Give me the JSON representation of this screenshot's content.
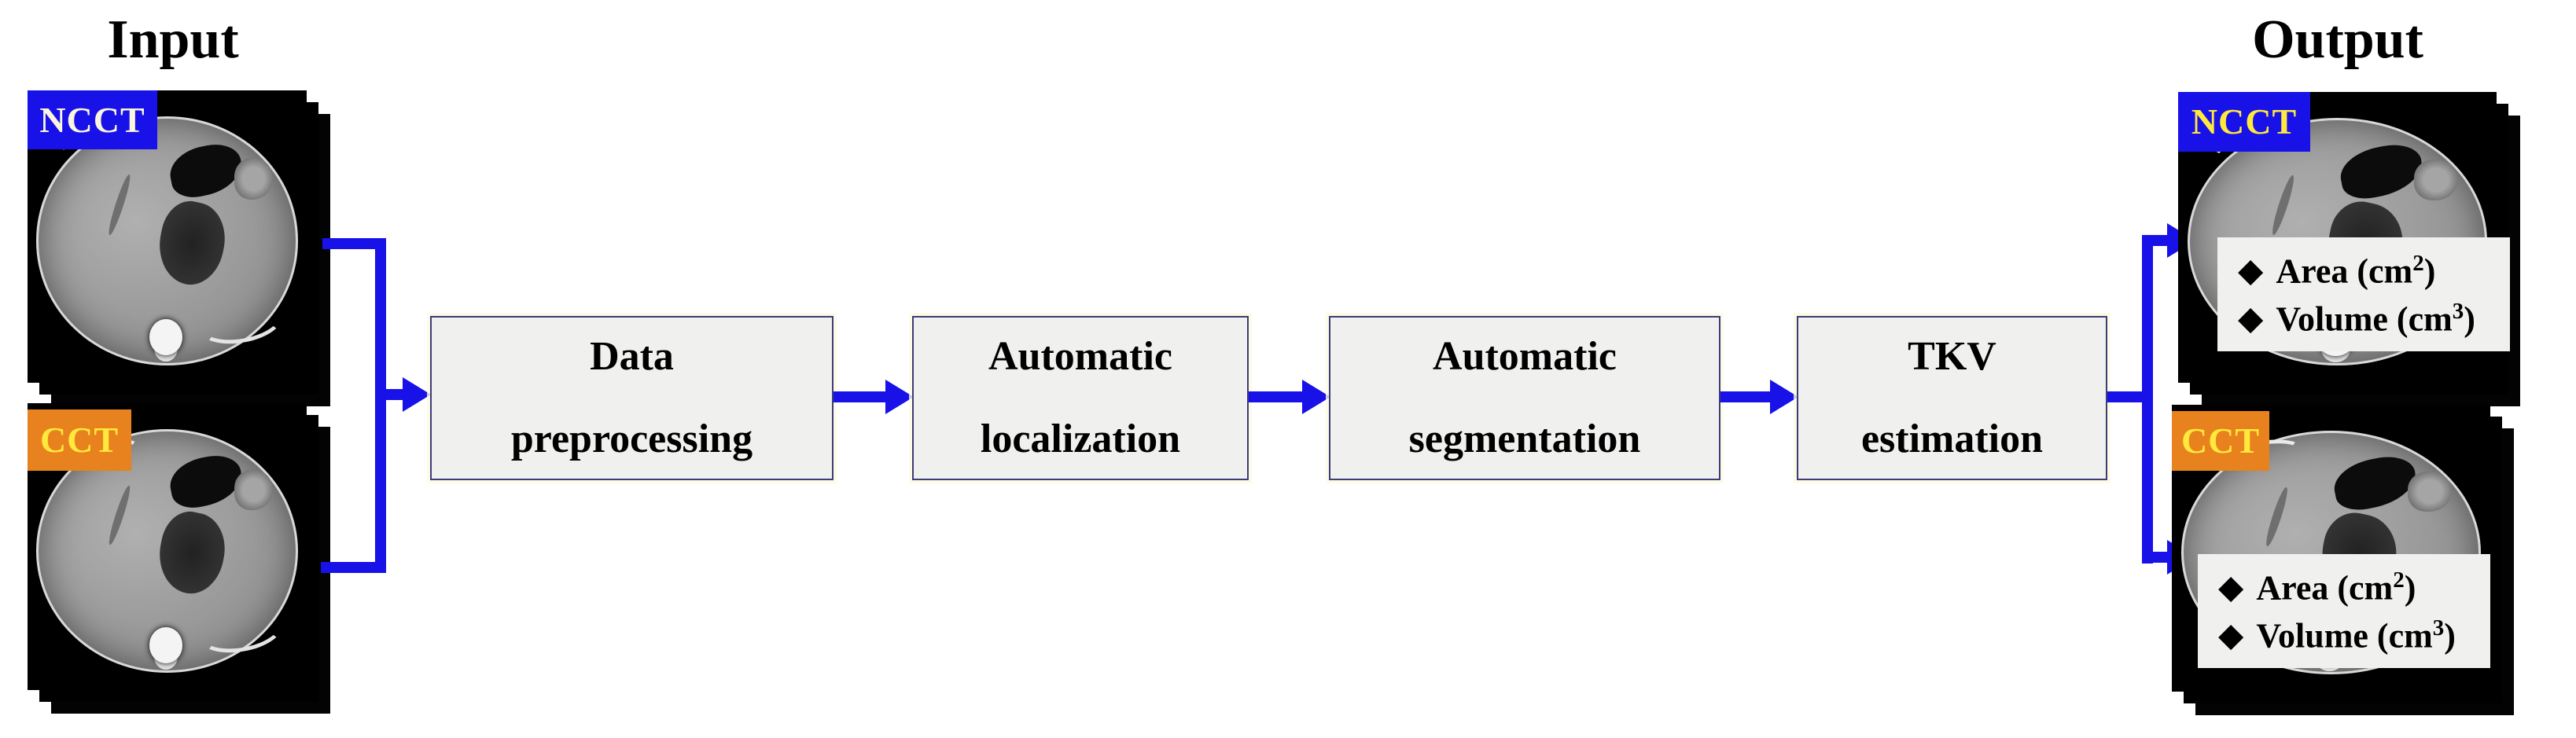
{
  "input": {
    "title": "Input",
    "items": [
      {
        "label": "NCCT"
      },
      {
        "label": "CCT"
      }
    ]
  },
  "pipeline": {
    "boxes": [
      {
        "line1": "Data",
        "line2": "preprocessing"
      },
      {
        "line1": "Automatic",
        "line2": "localization"
      },
      {
        "line1": "Automatic",
        "line2": "segmentation"
      },
      {
        "line1": "TKV",
        "line2": "estimation"
      }
    ]
  },
  "output": {
    "title": "Output",
    "items": [
      {
        "label": "NCCT",
        "metrics": [
          {
            "bullet": "◆",
            "text": "Area (cm",
            "sup": "2",
            "close": ")"
          },
          {
            "bullet": "◆",
            "text": "Volume (cm",
            "sup": "3",
            "close": ")"
          }
        ]
      },
      {
        "label": "CCT",
        "metrics": [
          {
            "bullet": "◆",
            "text": "Area (cm",
            "sup": "2",
            "close": ")"
          },
          {
            "bullet": "◆",
            "text": "Volume (cm",
            "sup": "3",
            "close": ")"
          }
        ]
      }
    ]
  },
  "colors": {
    "arrow_blue": "#1812E8",
    "ncct_label_bg": "#1812E8",
    "cct_label_bg": "#E8821E",
    "ncct_input_text": "#FAF5DC",
    "label_yellow_text": "#FFE93C",
    "box_bg": "#F0F0EE",
    "box_border": "#3C3C78"
  }
}
